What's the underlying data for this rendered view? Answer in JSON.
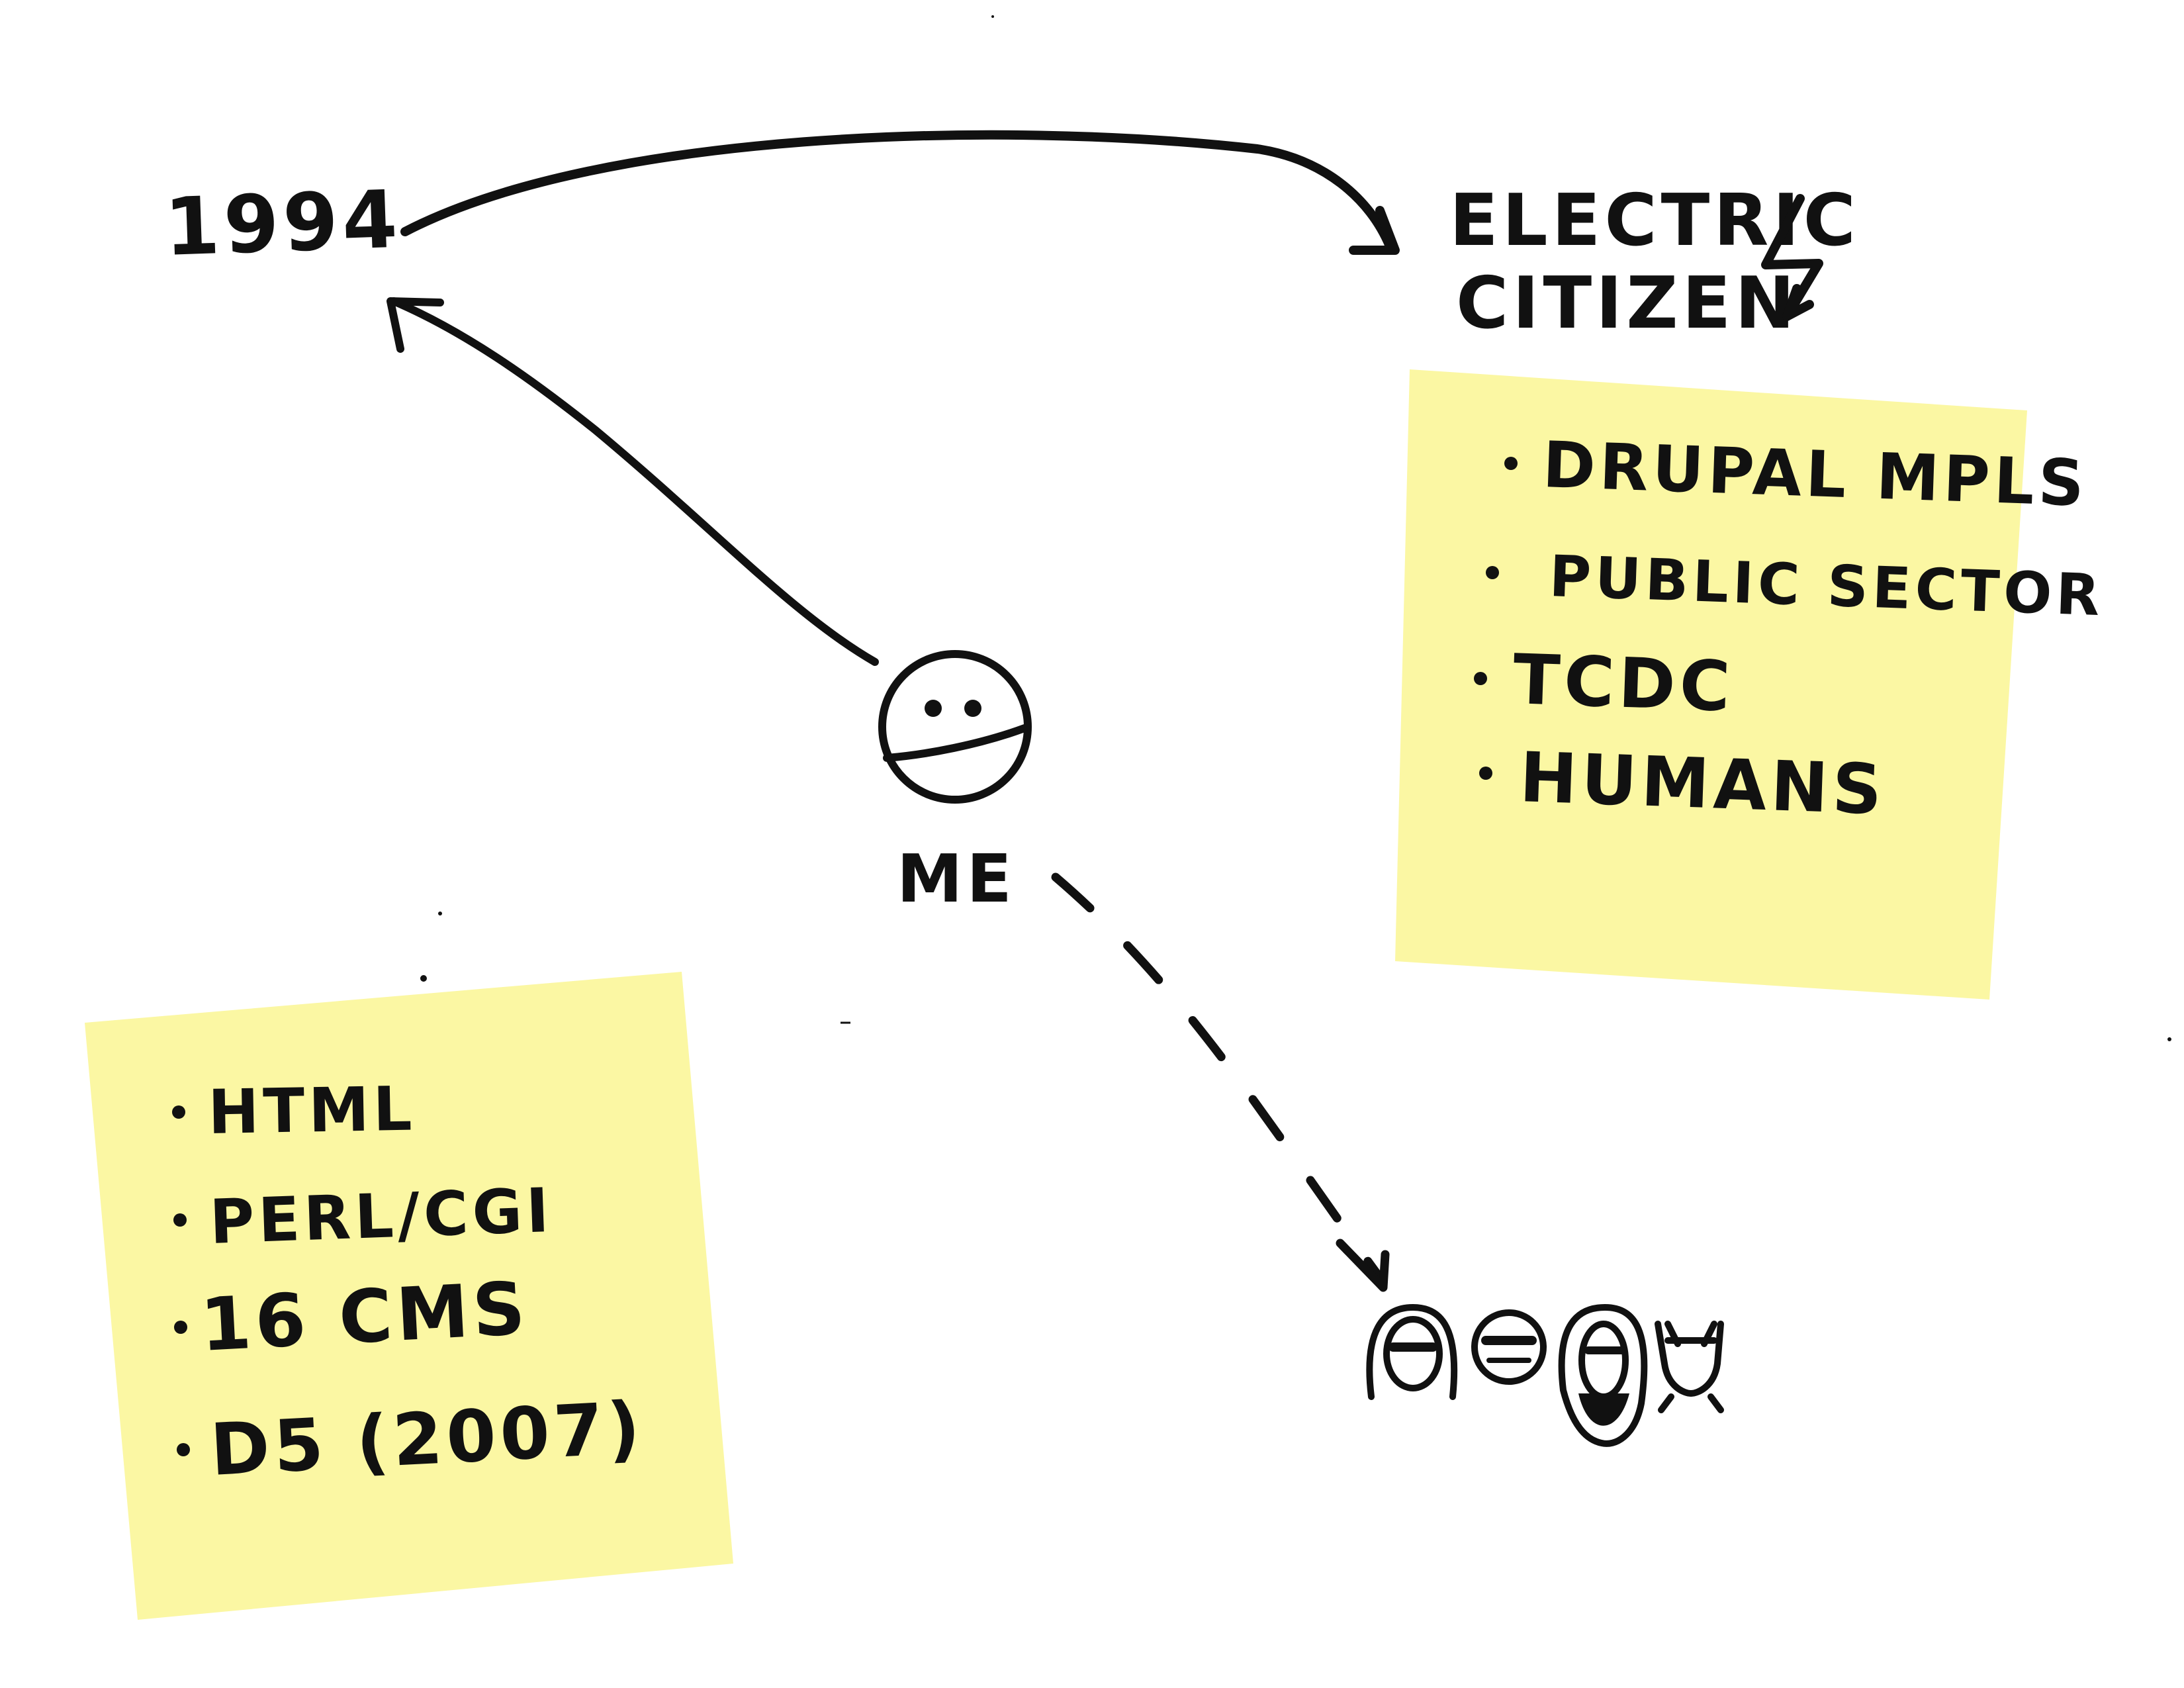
{
  "timeline": {
    "year_label": "1994",
    "company_line1": "ELECTRIC",
    "company_line2": "CITIZEN",
    "person_label": "ME"
  },
  "notes": {
    "company_note": {
      "items": [
        "DRUPAL MPLS",
        "PUBLIC SECTOR",
        "TCDC",
        "HUMANS"
      ]
    },
    "history_note": {
      "items": [
        "HTML",
        "PERL/CGI",
        "16 CMS",
        "D5 (2007)"
      ]
    }
  },
  "colors": {
    "ink": "#111111",
    "sticky_note": "#fbf7a3",
    "paper": "#ffffff"
  },
  "icons": {
    "lightning": "lightning-bolt-icon",
    "person": "smiley-face-icon",
    "group": "group-of-people-icon"
  }
}
